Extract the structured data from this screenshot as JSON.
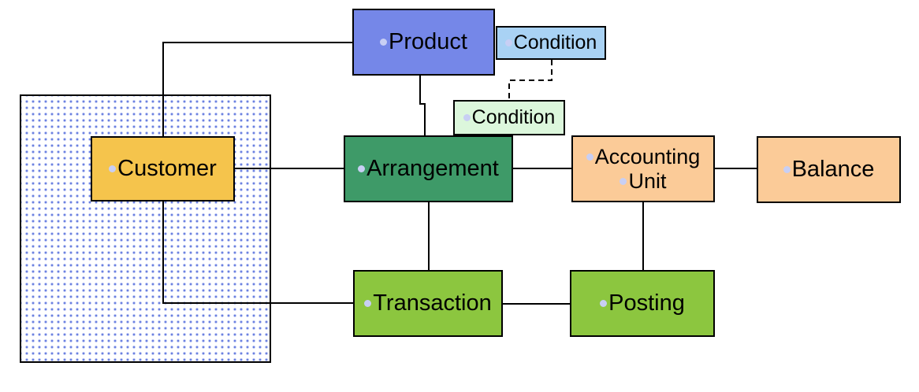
{
  "diagram": {
    "nodes": {
      "product": {
        "label": "Product",
        "fill": "#7587E8"
      },
      "condition_product": {
        "label": "Condition",
        "fill": "#A9D2F4"
      },
      "condition_arrangement": {
        "label": "Condition",
        "fill": "#DCF7DC"
      },
      "customer": {
        "label": "Customer",
        "fill": "#F5C44C"
      },
      "arrangement": {
        "label": "Arrangement",
        "fill": "#3E9A68"
      },
      "accounting_unit": {
        "line1": "Accounting",
        "line2": "Unit",
        "fill": "#FBCB98"
      },
      "balance": {
        "label": "Balance",
        "fill": "#FBCB98"
      },
      "transaction": {
        "label": "Transaction",
        "fill": "#8CC63F"
      },
      "posting": {
        "label": "Posting",
        "fill": "#8CC63F"
      }
    },
    "colors": {
      "node_border": "#000000",
      "connector": "#000000",
      "bullet": "#C8CFF4",
      "region_dot": "#647ADE",
      "background": "#FFFFFF"
    },
    "connections": [
      {
        "from": "Product",
        "to": "Transaction",
        "style": "solid"
      },
      {
        "from": "Product",
        "to": "Arrangement",
        "style": "solid"
      },
      {
        "from": "Product",
        "to": "Condition (Product)",
        "style": "attached"
      },
      {
        "from": "Condition (Product)",
        "to": "Condition (Arrangement)",
        "style": "dashed"
      },
      {
        "from": "Customer",
        "to": "Arrangement",
        "style": "solid"
      },
      {
        "from": "Arrangement",
        "to": "Accounting Unit",
        "style": "solid"
      },
      {
        "from": "Accounting Unit",
        "to": "Balance",
        "style": "solid"
      },
      {
        "from": "Arrangement",
        "to": "Transaction",
        "style": "solid"
      },
      {
        "from": "Accounting Unit",
        "to": "Posting",
        "style": "solid"
      },
      {
        "from": "Transaction",
        "to": "Posting",
        "style": "solid"
      }
    ]
  }
}
